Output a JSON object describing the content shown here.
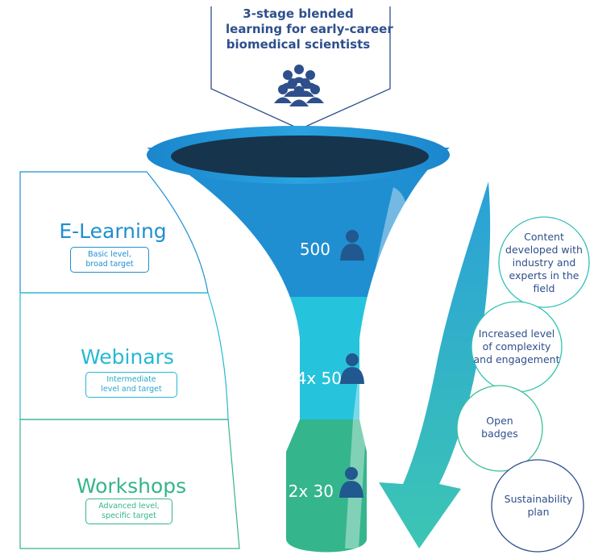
{
  "header": {
    "lines": [
      "3-stage blended",
      "learning for early-career",
      "biomedical scientists"
    ],
    "icon": "group-of-people-icon"
  },
  "stages": [
    {
      "title": "E-Learning",
      "badge": [
        "Basic level,",
        "broad target"
      ],
      "count": "500",
      "color": "#1f8fd1",
      "icon": "person-icon"
    },
    {
      "title": "Webinars",
      "badge": [
        "Intermediate",
        "level and target"
      ],
      "count": "14x 50",
      "color": "#26c3dc",
      "icon": "person-icon"
    },
    {
      "title": "Workshops",
      "badge": [
        "Advanced level,",
        "specific target"
      ],
      "count": "2x 30",
      "color": "#35b58c",
      "icon": "person-icon"
    }
  ],
  "circles": [
    {
      "lines": [
        "Content",
        "developed with",
        "industry and",
        "experts in the",
        "field"
      ],
      "color": "#32c2b9"
    },
    {
      "lines": [
        "Increased level",
        "of complexity",
        "and engagement"
      ],
      "color": "#2ec4b0"
    },
    {
      "lines": [
        "Open",
        "badges"
      ],
      "color": "#3bbf97"
    },
    {
      "lines": [
        "Sustainability",
        "plan"
      ],
      "color": "#2e4f8c"
    }
  ],
  "colors": {
    "navy": "#2e4f8c",
    "elearning_text": "#1f8fd1",
    "webinars_text": "#26b8d4",
    "workshops_text": "#35b58c",
    "arrow_top": "#2aa0d8",
    "arrow_bottom": "#3cc6b4"
  }
}
